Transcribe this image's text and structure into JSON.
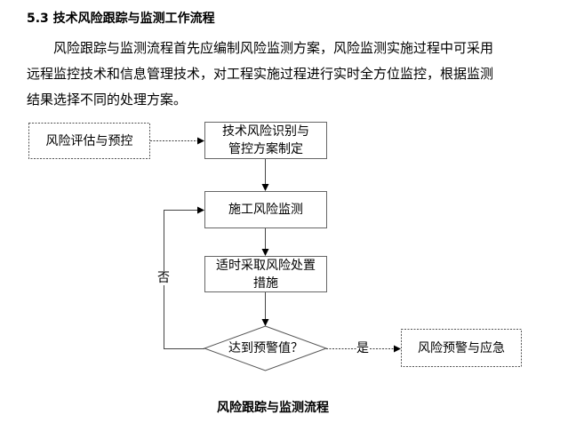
{
  "section": {
    "heading": "5.3 技术风险跟踪与监测工作流程",
    "paragraph_line1": "风险跟踪与监测流程首先应编制风险监测方案，风险监测实施过程中可采用",
    "paragraph_line2": "远程监控技术和信息管理技术，对工程实施过程进行实时全方位监控，根据监测",
    "paragraph_line3": "结果选择不同的处理方案。"
  },
  "flowchart": {
    "nodes": {
      "risk_assessment": "风险评估与预控",
      "identification_line1": "技术风险识别与",
      "identification_line2": "管控方案制定",
      "monitoring": "施工风险监测",
      "measures_line1": "适时采取风险处置",
      "measures_line2": "措施",
      "decision": "达到预警值？",
      "warning": "风险预警与应急"
    },
    "edges": {
      "no_label": "否",
      "yes_label": "是"
    },
    "caption": "风险跟踪与监测流程"
  }
}
